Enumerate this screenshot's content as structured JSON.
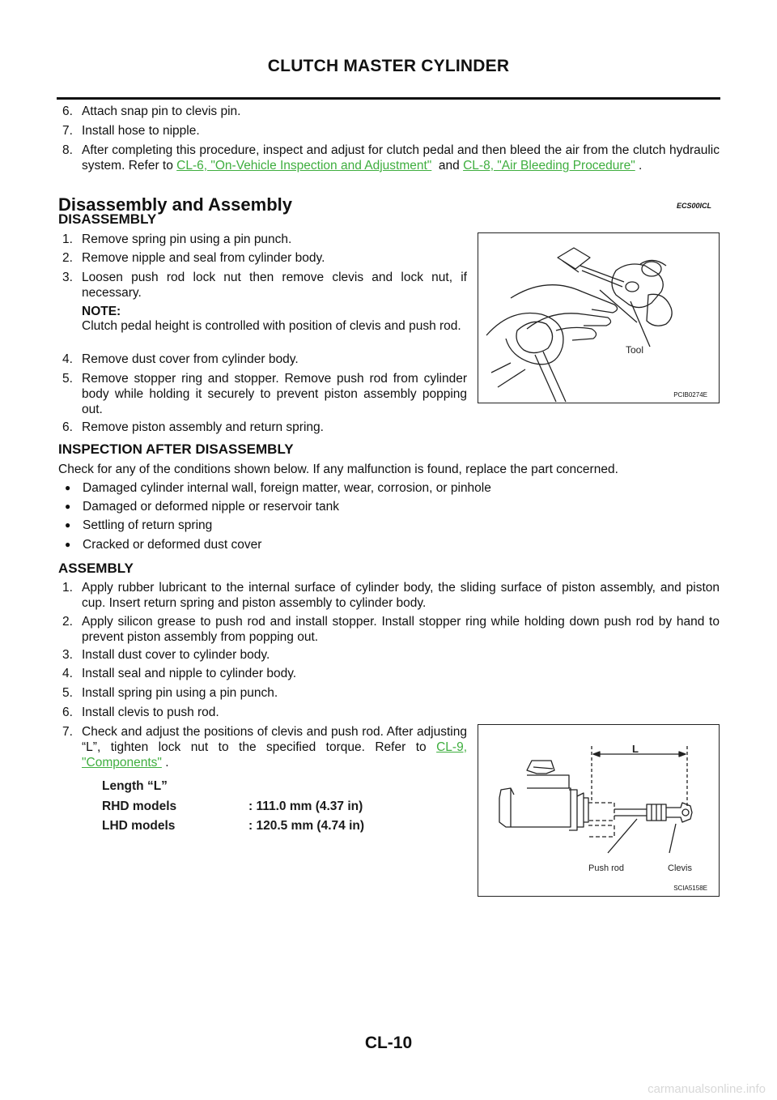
{
  "header": {
    "title": "CLUTCH MASTER CYLINDER"
  },
  "intro_steps": [
    {
      "num": "6.",
      "text": "Attach snap pin to clevis pin."
    },
    {
      "num": "7.",
      "text": "Install hose to nipple."
    },
    {
      "num": "8.",
      "text_before": "After completing this procedure, inspect and adjust for clutch pedal and then bleed the air from the clutch hydraulic system. Refer to ",
      "link1": "CL-6, \"On-Vehicle Inspection and Adjustment\"",
      "mid": "  and ",
      "link2": "CL-8, \"Air Bleeding Procedure\"",
      "end": " ."
    }
  ],
  "section": {
    "title": "Disassembly and Assembly",
    "code": "ECS00ICL"
  },
  "disassembly": {
    "heading": "DISASSEMBLY",
    "steps": [
      {
        "num": "1.",
        "text": "Remove spring pin using a pin punch."
      },
      {
        "num": "2.",
        "text": "Remove nipple and seal from cylinder body."
      },
      {
        "num": "3.",
        "text": "Loosen push rod lock nut then remove clevis and lock nut, if necessary."
      },
      {
        "num": "4.",
        "text": "Remove dust cover from cylinder body."
      },
      {
        "num": "5.",
        "text": "Remove stopper ring and stopper. Remove push rod from cylinder body while holding it securely to prevent piston assembly popping out."
      },
      {
        "num": "6.",
        "text": "Remove piston assembly and return spring."
      }
    ],
    "note_label": "NOTE:",
    "note_text": "Clutch pedal height is controlled with position of clevis and push rod."
  },
  "figure1": {
    "label": "Tool",
    "code": "PCIB0274E"
  },
  "inspection": {
    "heading": "INSPECTION AFTER DISASSEMBLY",
    "intro": "Check for any of the conditions shown below. If any malfunction is found, replace the part concerned.",
    "bullets": [
      "Damaged cylinder internal wall, foreign matter, wear, corrosion, or pinhole",
      "Damaged or deformed nipple or reservoir tank",
      "Settling of return spring",
      "Cracked or deformed dust cover"
    ]
  },
  "assembly": {
    "heading": "ASSEMBLY",
    "steps": [
      {
        "num": "1.",
        "text": "Apply rubber lubricant to the internal surface of cylinder body, the sliding surface of piston assembly, and piston cup. Insert return spring and piston assembly to cylinder body."
      },
      {
        "num": "2.",
        "text": "Apply silicon grease to push rod and install stopper. Install stopper ring while holding down push rod by hand to prevent piston assembly from popping out."
      },
      {
        "num": "3.",
        "text": "Install dust cover to cylinder body."
      },
      {
        "num": "4.",
        "text": "Install seal and nipple to cylinder body."
      },
      {
        "num": "5.",
        "text": "Install spring pin using a pin punch."
      },
      {
        "num": "6.",
        "text": "Install clevis to push rod."
      }
    ],
    "step7": {
      "num": "7.",
      "text": "Check and adjust the positions of clevis and push rod. After adjusting “L”, tighten lock nut to the specified torque. Refer to ",
      "link": "CL-9, \"Components\"",
      "end": " ."
    },
    "spec": {
      "title": "Length “L”",
      "rows": [
        {
          "label": "RHD models",
          "value": ": 111.0 mm (4.37 in)"
        },
        {
          "label": "LHD models",
          "value": ": 120.5 mm (4.74 in)"
        }
      ]
    }
  },
  "figure2": {
    "label_l": "L",
    "label_pushrod": "Push rod",
    "label_clevis": "Clevis",
    "code": "SCIA5158E"
  },
  "footer": {
    "page": "CL-10"
  },
  "watermark": "carmanualsonline.info"
}
